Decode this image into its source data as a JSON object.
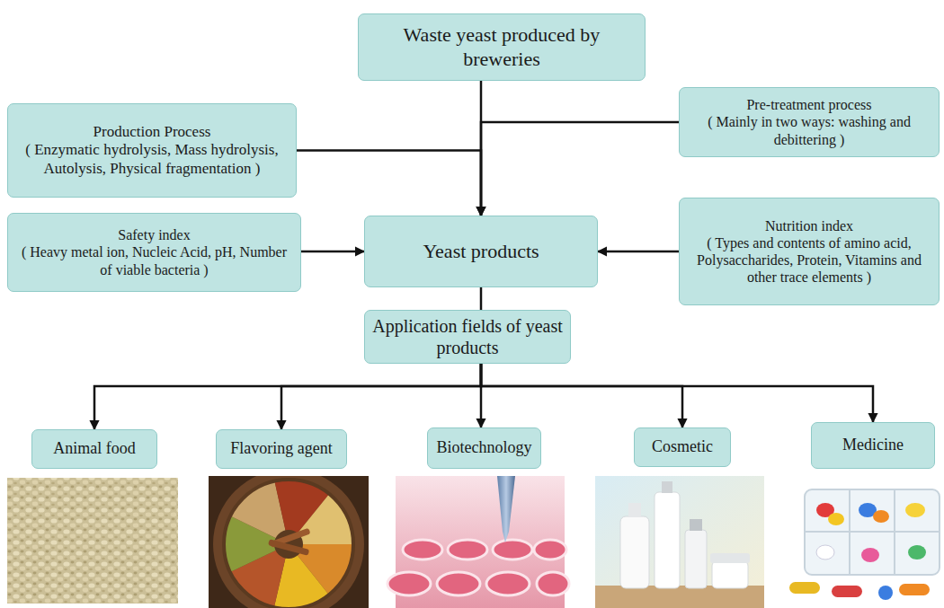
{
  "diagram": {
    "nodes": [
      {
        "text": [
          "Waste yeast produced by breweries"
        ]
      },
      {
        "text": [
          "Production Process",
          "( Enzymatic hydrolysis, Mass hydrolysis, Autolysis, Physical fragmentation )"
        ]
      },
      {
        "text": [
          "Pre-treatment process",
          "( Mainly in two ways: washing and debittering )"
        ]
      },
      {
        "text": [
          "Safety index",
          "( Heavy metal ion, Nucleic Acid, pH, Number of viable bacteria )"
        ]
      },
      {
        "text": [
          "Yeast products"
        ]
      },
      {
        "text": [
          "Nutrition index",
          "( Types and contents of amino acid, Polysaccharides, Protein, Vitamins and other trace elements )"
        ]
      },
      {
        "text": [
          "Application fields of yeast products"
        ]
      },
      {
        "text": [
          "Animal food"
        ]
      },
      {
        "text": [
          "Flavoring agent"
        ]
      },
      {
        "text": [
          "Biotechnology"
        ]
      },
      {
        "text": [
          "Cosmetic"
        ]
      },
      {
        "text": [
          "Medicine"
        ]
      }
    ],
    "edges": [
      {
        "from": 0,
        "to": 4,
        "arrow": "to"
      },
      {
        "from": 1,
        "to": 4,
        "arrow": "to"
      },
      {
        "from": 2,
        "to": 4,
        "arrow": "to"
      },
      {
        "from": 3,
        "to": 4,
        "arrow": "to"
      },
      {
        "from": 5,
        "to": 4,
        "arrow": "to"
      },
      {
        "from": 4,
        "to": 6,
        "arrow": "none"
      },
      {
        "from": 6,
        "to": 7,
        "arrow": "to"
      },
      {
        "from": 6,
        "to": 8,
        "arrow": "to"
      },
      {
        "from": 6,
        "to": 9,
        "arrow": "to"
      },
      {
        "from": 6,
        "to": 10,
        "arrow": "to"
      },
      {
        "from": 6,
        "to": 11,
        "arrow": "to"
      }
    ]
  }
}
